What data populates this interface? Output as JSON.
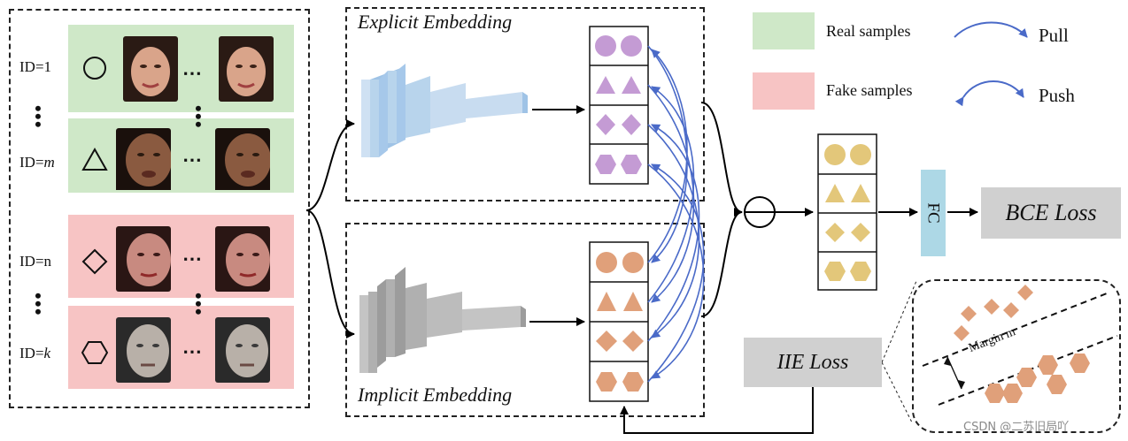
{
  "samples": {
    "real": [
      {
        "id_label": "ID=",
        "id_value": "1",
        "italic": false,
        "shape": "circle",
        "face_palette": [
          "#7a4a3c",
          "#d9a48a",
          "#2a1a14"
        ]
      },
      {
        "id_label": "ID=",
        "id_value": "m",
        "italic": true,
        "shape": "triangle",
        "face_palette": [
          "#5a3a2a",
          "#8a5a40",
          "#1a100c"
        ]
      }
    ],
    "fake": [
      {
        "id_label": "ID=",
        "id_value": "n",
        "italic": false,
        "shape": "diamond",
        "face_palette": [
          "#6a3a34",
          "#c88a80",
          "#2a1614"
        ]
      },
      {
        "id_label": "ID=",
        "id_value": "k",
        "italic": true,
        "shape": "hexagon",
        "face_palette": [
          "#5a5a5a",
          "#b8b0a8",
          "#2a2a2a"
        ]
      }
    ],
    "hdots": "⋯",
    "vdots": "⋮"
  },
  "explicit": {
    "title": "Explicit Embedding",
    "encoder_color": "#b8d4ec",
    "shape_color": "#c49bd4"
  },
  "implicit": {
    "title": "Implicit Embedding",
    "encoder_color": "#b0b0b0",
    "shape_color": "#e0a07a"
  },
  "fused": {
    "shape_color": "#e3c77a"
  },
  "fc": {
    "label": "FC",
    "color": "#add8e6"
  },
  "bce_loss": {
    "label": "BCE Loss"
  },
  "iie_loss": {
    "label": "IIE Loss"
  },
  "legend": {
    "real_label": "Real samples",
    "real_color": "#cfe8c8",
    "fake_label": "Fake samples",
    "fake_color": "#f7c4c4",
    "pull_label": "Pull",
    "push_label": "Push",
    "arrow_color": "#4a6ac8"
  },
  "margin_panel": {
    "margin_label": "Margin m",
    "diamond_color": "#e0a07a",
    "hexagon_color": "#e0a07a"
  },
  "watermark": "CSDN @二苏旧局吖"
}
